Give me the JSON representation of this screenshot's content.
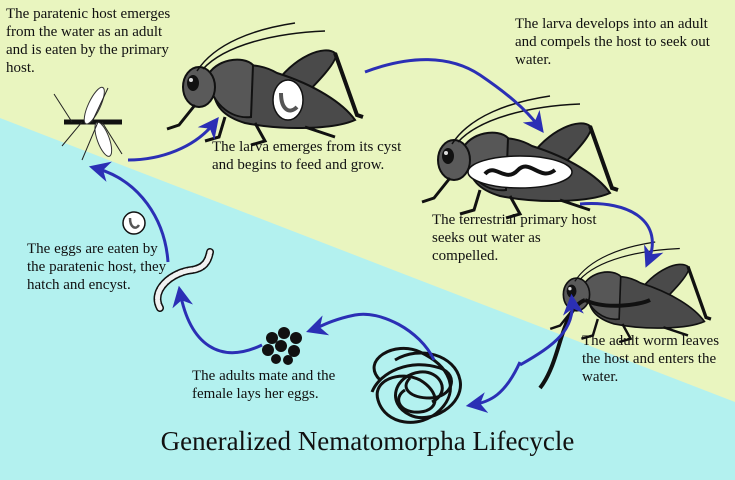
{
  "diagram": {
    "title": "Generalized Nematomorpha Lifecycle",
    "captions": {
      "paratenic_emerges": "The paratenic host emerges from the water as an adult and is eaten by the primary host.",
      "larva_develops": "The larva develops into an adult and compels the host to seek out water.",
      "larva_emerges": "The larva emerges from its cyst and begins to feed and grow.",
      "host_seeks_water": "The terrestrial primary host seeks out water as compelled.",
      "adult_leaves": "The adult worm leaves the host and enters the water.",
      "eggs_eaten": "The eggs are eaten by the paratenic host, they hatch and encyst.",
      "adults_mate": "The adults mate and the female lays her eggs."
    },
    "colors": {
      "land": "#e9f5bf",
      "water": "#b3f1ef",
      "arrow": "#2b2fb5",
      "cricket": "#3f3f3f"
    },
    "icons": [
      "cricket-icon",
      "mosquito-icon",
      "larva-icon",
      "worm-icon",
      "egg-cluster-icon",
      "cyst-icon"
    ]
  }
}
